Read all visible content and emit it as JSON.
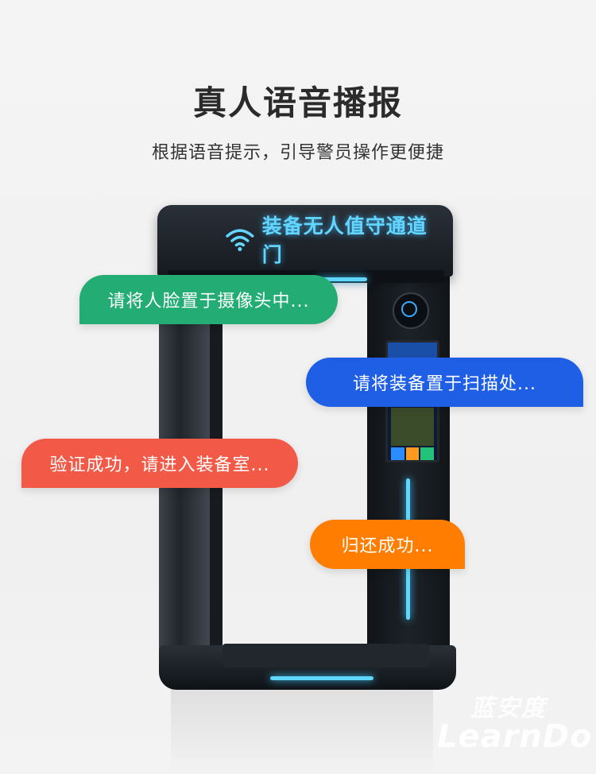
{
  "header": {
    "title": "真人语音播报",
    "subtitle": "根据语音提示，引导警员操作更便捷"
  },
  "device": {
    "banner_text": "装备无人值守通道门",
    "banner_icon": "wifi-icon",
    "accent_color": "#5fd7ff"
  },
  "bubbles": [
    {
      "text": "请将人脸置于摄像头中...",
      "color": "#23ad74"
    },
    {
      "text": "请将装备置于扫描处...",
      "color": "#1f5fe6"
    },
    {
      "text": "验证成功，请进入装备室...",
      "color": "#f25a47"
    },
    {
      "text": "归还成功...",
      "color": "#ff7d00"
    }
  ],
  "watermark": {
    "cn": "蓝安度",
    "en": "LearnDo"
  }
}
